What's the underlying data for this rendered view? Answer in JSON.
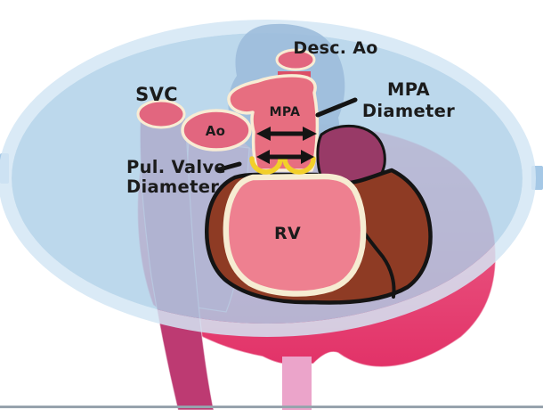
{
  "labels": {
    "desc_ao": "Desc. Ao",
    "svc": "SVC",
    "ao": "Ao",
    "mpa": "MPA",
    "mpa_diameter": {
      "line1": "MPA",
      "line2": "Diameter"
    },
    "pul_valve_diameter": {
      "line1": "Pul. Valve",
      "line2": "Diameter"
    },
    "rv": "RV"
  },
  "colors": {
    "background": "#ffffff",
    "scan_plane_fill": "#accfe8",
    "scan_plane_rim": "#d4e6f4",
    "probe_tab_blue": "#a5c8e6",
    "upper_blob_blue": "#9cbcdc",
    "heart_pink_top": "#ef6f92",
    "heart_pink_bottom": "#e23268",
    "svc_trunk_magenta": "#bd3a72",
    "aorta_trunk_pink": "#cf4679",
    "lower_vessel_lightpink": "#eba4ca",
    "vessel_fill_pink": "#e2667f",
    "mpa_fill_pink": "#e76e80",
    "vessel_outline_cream": "#f8ecd4",
    "desc_ao_stub_red": "#dc4f66",
    "appendage_plum": "#983a67",
    "myocardium_brown": "#8e3b24",
    "rv_cavity_pink": "#ee8090",
    "endocardium_cream": "#f6ecd2",
    "valve_yellow": "#f2cf2a",
    "annotation_black": "#1b1b1b",
    "bottom_border_gray": "#97a3ad"
  }
}
